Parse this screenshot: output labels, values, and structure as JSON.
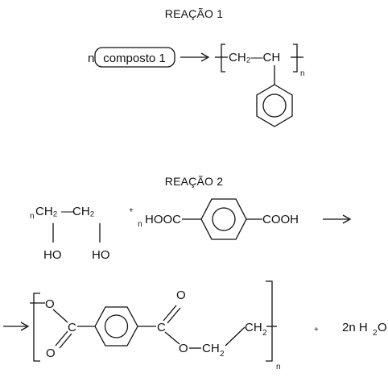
{
  "reaction1": {
    "title": "REAÇÃO 1",
    "n_prefix": "n",
    "compound_label": "composto 1",
    "polymer_chain": "CH₂—CH",
    "polymer_n": "n"
  },
  "reaction2": {
    "title": "REAÇÃO 2",
    "reactant1_n": "n",
    "reactant1_left": "CH₂",
    "reactant1_bond": "—",
    "reactant1_right": "CH₂",
    "reactant1_oh_left": "HO",
    "reactant1_oh_right": "HO",
    "plus": "+",
    "reactant2_n": "n",
    "reactant2_left": "HOOC",
    "reactant2_right": "COOH",
    "product_o1": "O",
    "product_o2": "O",
    "product_c1": "C",
    "product_c2": "C",
    "product_o3": "O",
    "product_o4": "O",
    "product_ch2_left": "CH",
    "product_ch2_left_sub": "2",
    "product_ch2_right": "CH",
    "product_ch2_right_sub": "2",
    "product_n": "n",
    "plus2": "+",
    "water": "2n H",
    "water_sub": "2",
    "water_o": "O"
  }
}
